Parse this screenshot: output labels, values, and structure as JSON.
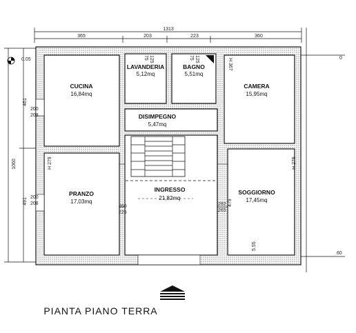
{
  "rooms": {
    "cucina": {
      "name": "CUCINA",
      "area": "16,84mq"
    },
    "lavanderia": {
      "name": "LAVANDERIA",
      "area": "5,12mq"
    },
    "bagno": {
      "name": "BAGNO",
      "area": "5,51mq"
    },
    "camera": {
      "name": "CAMERA",
      "area": "15,95mq"
    },
    "disimpegno": {
      "name": "DISIMPEGNO",
      "area": "5,47mq"
    },
    "pranzo": {
      "name": "PRANZO",
      "area": "17,03mq"
    },
    "ingresso": {
      "name": "INGRESSO",
      "area": "21,82mq"
    },
    "soggiorno": {
      "name": "SOGGIORNO",
      "area": "17,45mq"
    }
  },
  "dimensions": {
    "total_width": "1313",
    "top": [
      "365",
      "203",
      "223",
      "360"
    ],
    "left_total": "1060",
    "left_upper": "461",
    "left_lower": "491",
    "cucina_window": [
      "200",
      "208"
    ],
    "pranzo_window": [
      "200",
      "208"
    ],
    "left_corner": "0.05",
    "lav_door": [
      "75",
      "125"
    ],
    "bagno_door": [
      "75",
      "125"
    ],
    "ingresso_left": [
      "260",
      "225"
    ],
    "ingresso_right": [
      "282",
      "265"
    ],
    "soggiorno_height": "479",
    "bottom_right": "5.55",
    "right_top": "0",
    "right_bottom": ".60",
    "h_camera": "H 367",
    "h_soggiorno": "H 278",
    "h_pranzo": "H 279"
  },
  "title": "PIANTA PIANO TERRA"
}
